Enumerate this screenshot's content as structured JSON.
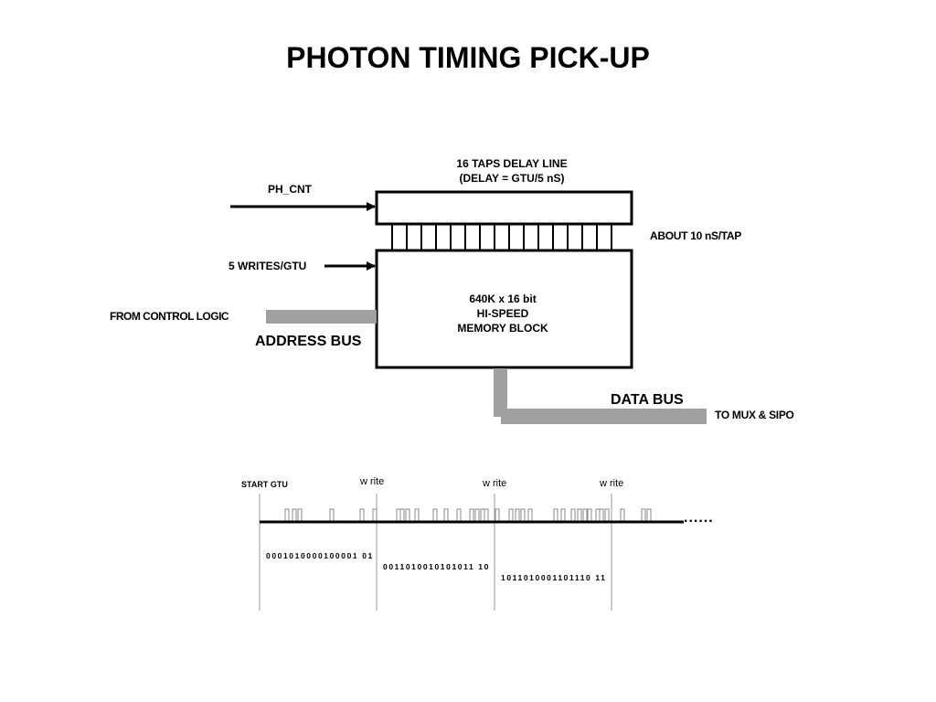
{
  "title": "PHOTON TIMING PICK-UP",
  "diagram": {
    "delay_line_label_1": "16 TAPS DELAY LINE",
    "delay_line_label_2": "(DELAY = GTU/5 nS)",
    "ph_cnt": "PH_CNT",
    "tap_note": "ABOUT 10 nS/TAP",
    "writes_per_gtu": "5 WRITES/GTU",
    "memory_line_1": "640K x 16 bit",
    "memory_line_2": "HI-SPEED",
    "memory_line_3": "MEMORY BLOCK",
    "from_control_logic": "FROM CONTROL LOGIC",
    "address_bus": "ADDRESS BUS",
    "data_bus": "DATA BUS",
    "to_mux_sipo": "TO MUX & SIPO",
    "tap_count": 16
  },
  "timing": {
    "start_label": "START GTU",
    "write_labels": [
      "w rite",
      "w rite",
      "w rite"
    ],
    "bit_strings": [
      "0001010000100001 01",
      "0011010010101011 10",
      "1011010001101110 11"
    ],
    "bus_color": "#a0a0a0",
    "continuation": "......"
  }
}
